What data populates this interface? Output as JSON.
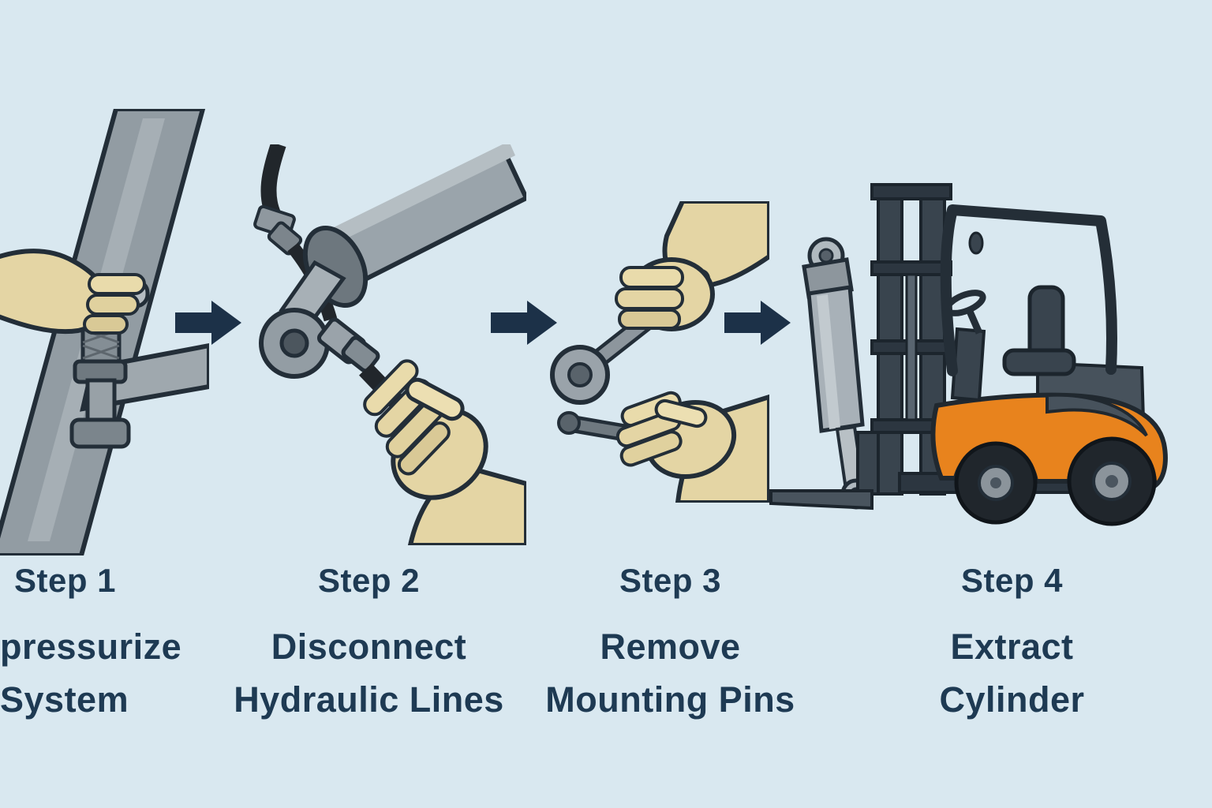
{
  "background_color": "#d9e8f0",
  "text_color": "#1e3a53",
  "arrow_color": "#1c3148",
  "steps": [
    {
      "label": "Step 1",
      "desc_line1": "pressurize",
      "desc_line2": "System",
      "illustration": "hand-depressurizing-valve"
    },
    {
      "label": "Step 2",
      "desc_line1": "Disconnect",
      "desc_line2": "Hydraulic Lines",
      "illustration": "hands-disconnecting-hydraulic-line-from-cylinder"
    },
    {
      "label": "Step 3",
      "desc_line1": "Remove",
      "desc_line2": "Mounting Pins",
      "illustration": "hands-with-wrench-removing-pin"
    },
    {
      "label": "Step 4",
      "desc_line1": "Extract",
      "desc_line2": "Cylinder",
      "illustration": "forklift-with-extracted-cylinder"
    }
  ],
  "illustration_colors": {
    "hand_skin": "#e4d5a4",
    "metal_gray": "#97a1a7",
    "dark_outline": "#232e38",
    "hose_black": "#21262b",
    "forklift_orange": "#e8831d",
    "forklift_dark": "#39444e",
    "tire_black": "#20262c"
  }
}
